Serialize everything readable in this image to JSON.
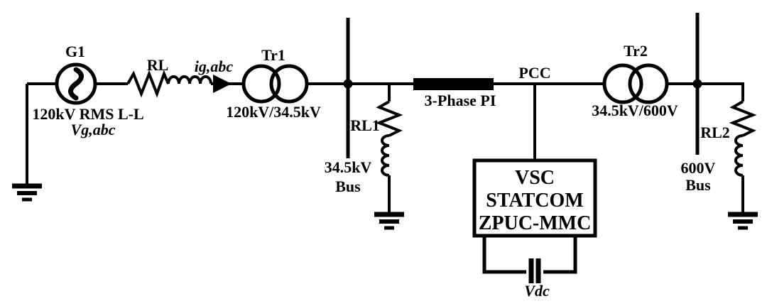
{
  "colors": {
    "ink": "#000000",
    "background": "#ffffff"
  },
  "labels": {
    "generator_id": "G1",
    "generator_rating": "120kV RMS L-L",
    "generator_voltage": "Vg,abc",
    "source_impedance": "RL",
    "grid_current": "ig,abc",
    "transformer1_id": "Tr1",
    "transformer1_ratio": "120kV/34.5kV",
    "bus1_line1": "34.5kV",
    "bus1_line2": "Bus",
    "load1": "RL1",
    "pi_line": "3-Phase PI",
    "pcc": "PCC",
    "statcom_line1": "VSC",
    "statcom_line2": "STATCOM",
    "statcom_line3": "ZPUC-MMC",
    "dc_voltage": "Vdc",
    "transformer2_id": "Tr2",
    "transformer2_ratio": "34.5kV/600V",
    "bus2_line1": "600V",
    "bus2_line2": "Bus",
    "load2": "RL2"
  }
}
